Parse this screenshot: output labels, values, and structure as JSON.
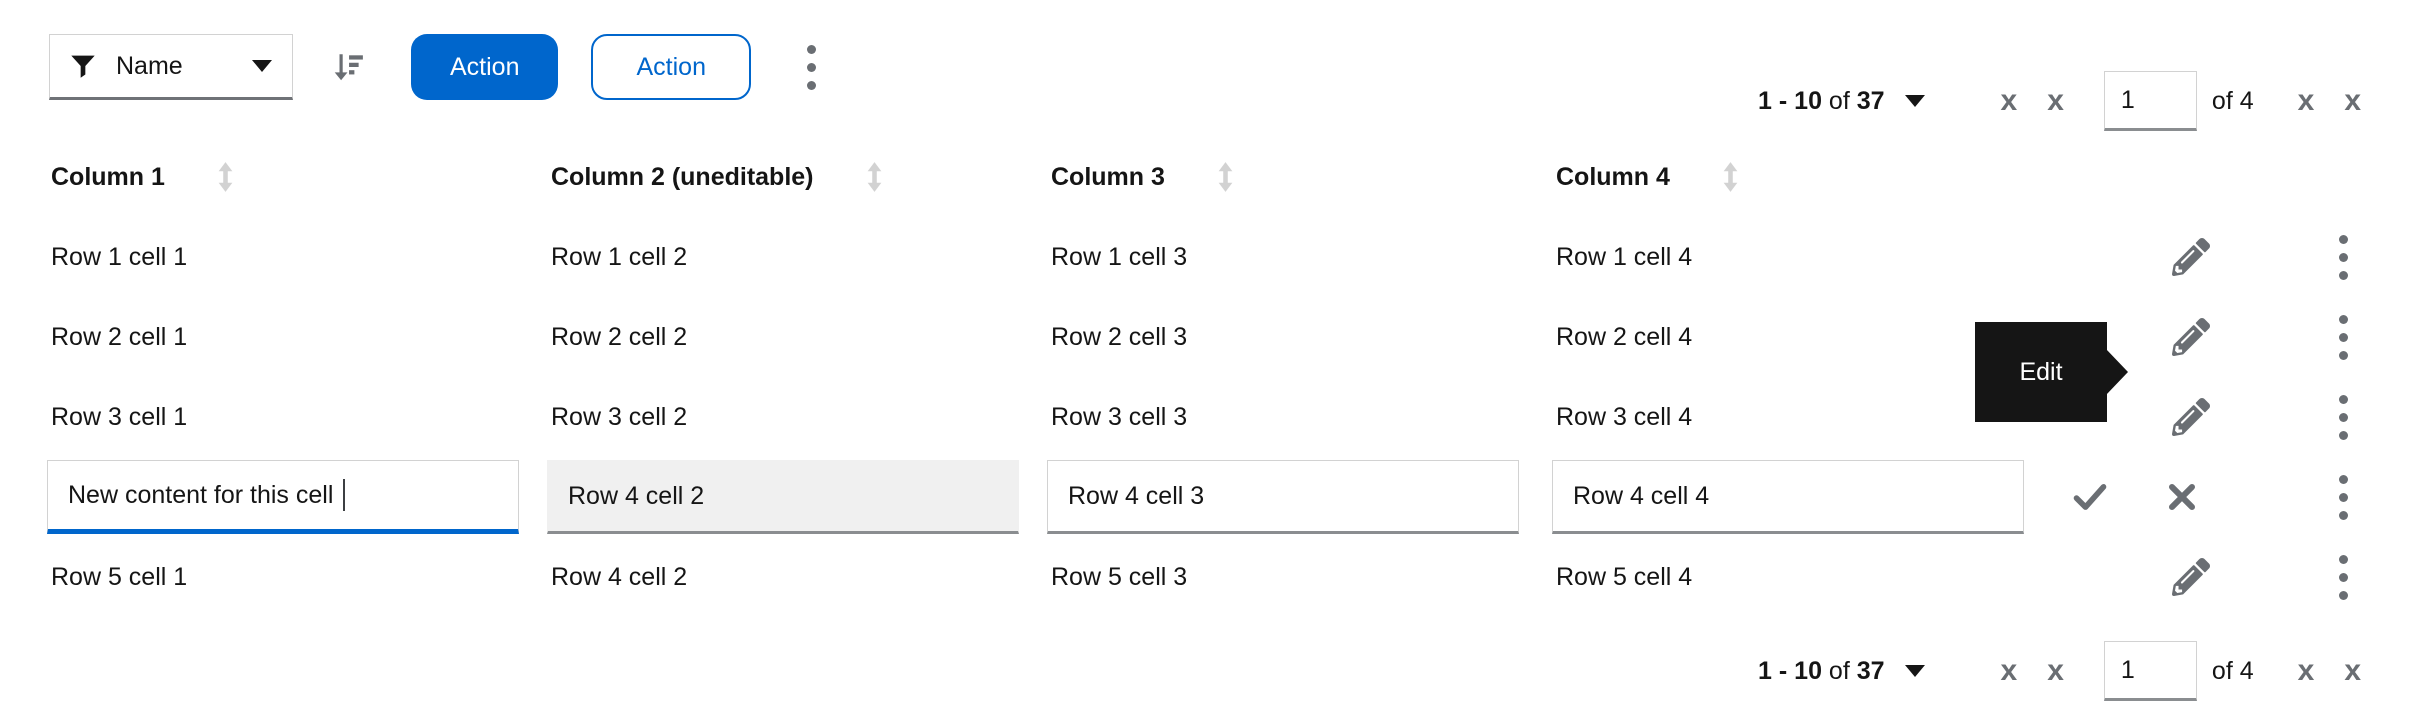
{
  "toolbar": {
    "filter_toggle": {
      "label": "Name",
      "icon": "filter-funnel"
    },
    "sort_button": {
      "icon": "sort-amount-down"
    },
    "primary_button": {
      "label": "Action"
    },
    "secondary_button": {
      "label": "Action"
    },
    "kebab": {
      "icon": "kebab-vertical-dots"
    }
  },
  "pagination": {
    "range": "1 - 10",
    "range_of": " of ",
    "range_total": "37",
    "page_input": "1",
    "pages_label": "of 4",
    "nav_glyph": "x"
  },
  "table": {
    "columns": [
      {
        "label": "Column 1"
      },
      {
        "label": "Column 2 (uneditable)"
      },
      {
        "label": "Column 3"
      },
      {
        "label": "Column 4"
      }
    ],
    "rows": [
      {
        "cells": [
          "Row 1 cell 1",
          "Row 1 cell 2",
          "Row 1 cell 3",
          "Row 1 cell 4"
        ]
      },
      {
        "cells": [
          "Row 2 cell 1",
          "Row 2 cell 2",
          "Row 2 cell 3",
          "Row 2 cell 4"
        ]
      },
      {
        "cells": [
          "Row 3 cell 1",
          "Row 3 cell 2",
          "Row 3 cell 3",
          "Row 3 cell 4"
        ]
      },
      {
        "editing": true,
        "cells": [
          "New content for this cell",
          "Row 4 cell 2",
          "Row 4 cell 3",
          "Row 4 cell 4"
        ]
      },
      {
        "cells": [
          "Row 5 cell 1",
          "Row 4 cell 2",
          "Row 5 cell 3",
          "Row 5 cell 4"
        ]
      }
    ]
  },
  "tooltip": {
    "label": "Edit"
  },
  "icons": {
    "cancel_glyph": "x"
  },
  "colors": {
    "primary_blue": "#0066cc",
    "text": "#151515",
    "icon_gray": "#6a6e73",
    "border_light": "#d2d2d2",
    "border_dark": "#8a8d90",
    "disabled_bg": "#f0f0f0",
    "tooltip_bg": "#151515"
  }
}
